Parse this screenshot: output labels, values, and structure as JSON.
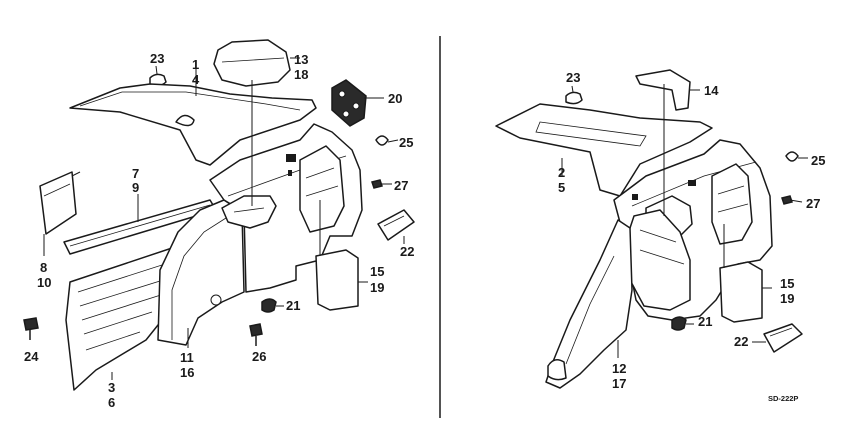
{
  "left": {
    "callouts": {
      "c23": "23",
      "c1": "1",
      "c4": "4",
      "c13": "13",
      "c18": "18",
      "c20": "20",
      "c25": "25",
      "c7": "7",
      "c9": "9",
      "c27": "27",
      "c8": "8",
      "c10": "10",
      "c22": "22",
      "c15": "15",
      "c19": "19",
      "c21": "21",
      "c24": "24",
      "c11": "11",
      "c16": "16",
      "c26": "26",
      "c3": "3",
      "c6": "6"
    }
  },
  "right": {
    "callouts": {
      "c23": "23",
      "c14": "14",
      "c2": "2",
      "c5": "5",
      "c25": "25",
      "c27": "27",
      "c15": "15",
      "c19": "19",
      "c21": "21",
      "c22": "22",
      "c12": "12",
      "c17": "17"
    }
  },
  "diagram_code": "SD-222P"
}
